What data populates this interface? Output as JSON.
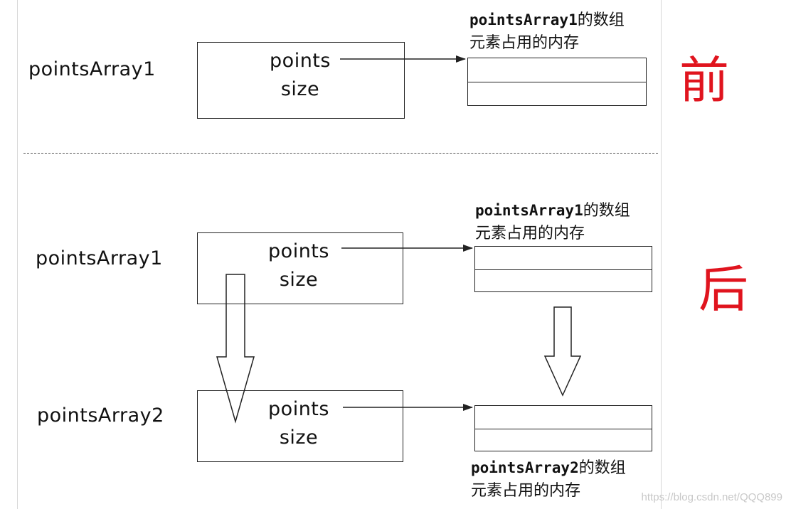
{
  "before": {
    "stage_label": "前",
    "pointsArray1": {
      "name": "pointsArray1",
      "field1": "points",
      "field2": "size"
    },
    "memory_caption": {
      "name": "pointsArray1",
      "rest_line1": "的数组",
      "line2": "元素占用的内存"
    }
  },
  "after": {
    "stage_label": "后",
    "pointsArray1": {
      "name": "pointsArray1",
      "field1": "points",
      "field2": "size"
    },
    "pointsArray2": {
      "name": "pointsArray2",
      "field1": "points",
      "field2": "size"
    },
    "memory1_caption": {
      "name": "pointsArray1",
      "rest_line1": "的数组",
      "line2": "元素占用的内存"
    },
    "memory2_caption": {
      "name": "pointsArray2",
      "rest_line1": "的数组",
      "line2": "元素占用的内存"
    }
  },
  "watermark": "https://blog.csdn.net/QQQ899",
  "colors": {
    "stage_text": "#e0141e",
    "line": "#222222"
  }
}
